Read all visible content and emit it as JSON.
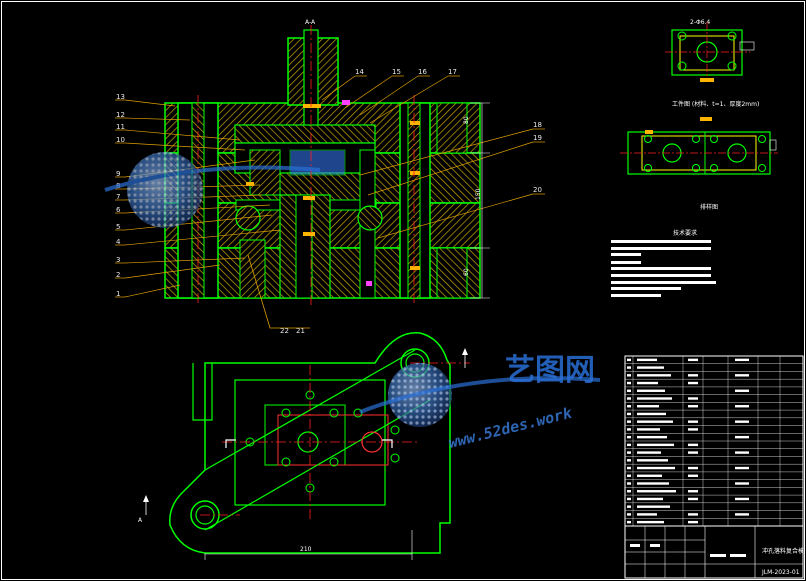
{
  "section_mark": "A-A",
  "view_mark": "A",
  "part_callouts_left": [
    "13",
    "12",
    "11",
    "10",
    "9",
    "8",
    "7",
    "6",
    "5",
    "4",
    "3",
    "2",
    "1"
  ],
  "part_callouts_top": [
    "14",
    "15",
    "16",
    "17"
  ],
  "part_callouts_right": [
    "18",
    "19",
    "20"
  ],
  "part_callouts_bottom": [
    "22",
    "21"
  ],
  "dim_overall_width": "210",
  "dim_right_upper": "80",
  "dim_right_middle": "150",
  "dim_right_lower": "60",
  "small_view_top_dim": "2-Φ6.4",
  "workpiece_caption": "工件图 (材料、t=1、厚度2mm)",
  "layout_caption": "排样图",
  "tech_req_title": "技术要求",
  "watermark_cn": "艺图网",
  "watermark_url": "www.52des.work",
  "title_block_name": "冲孔落料复合模",
  "title_block_code": "JLM-2023-01",
  "colors": {
    "background": "#000000",
    "outline": "#00ff00",
    "hatch": "#d4b800",
    "centerline": "#ff2020",
    "leader": "#e0a000",
    "text": "#ffffff",
    "watermark": "#2a6fd6"
  }
}
